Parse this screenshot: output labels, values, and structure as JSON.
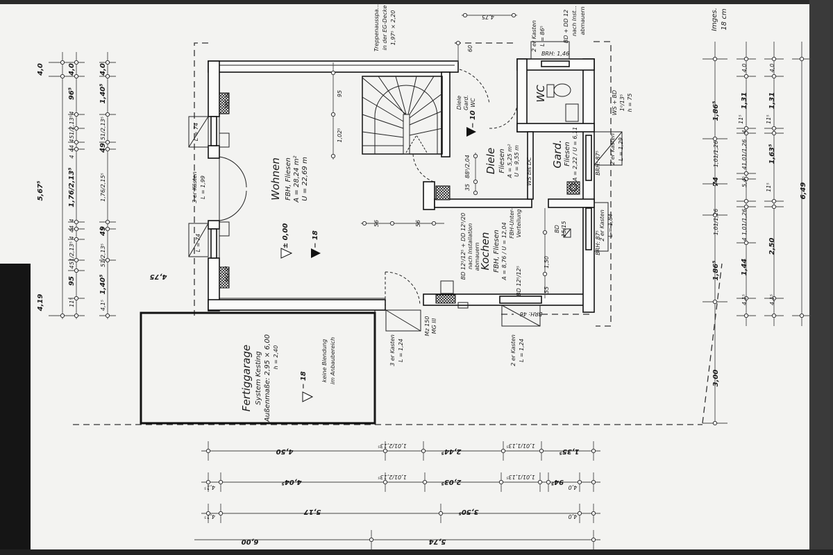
{
  "rooms": {
    "wohnen": {
      "name": "Wohnen",
      "floor": "FBH, Fliesen",
      "area": "A = 28,24 m²",
      "perimeter": "U = 22,69 m"
    },
    "diele": {
      "name": "Diele",
      "floor": "Fliesen",
      "area": "A = 5,25 m²",
      "perimeter": "U = 9,55 m"
    },
    "gard": {
      "name": "Gard.",
      "floor": "Fliesen",
      "area_perimeter": "A = 2,22 / U = 6,11"
    },
    "wc": {
      "name": "WC"
    },
    "kochen": {
      "name": "Kochen",
      "floor": "FBH, Fliesen",
      "area_perimeter": "A = 8,76 / U = 12,04"
    },
    "garage": {
      "name": "Fertiggarage",
      "system": "System Kesting",
      "size": "Außenmaße: 2,95 × 6,00",
      "height": "h = 2,40"
    }
  },
  "levels": {
    "wohnen_zero": "± 0,00",
    "wohnen_minus": "− 18",
    "diele": "− 10",
    "garage": "− 18"
  },
  "notes": {
    "stair_opening_1": "Treppenausspa...",
    "stair_opening_2": "in der EG-Decke",
    "stair_opening_3": "1,97⁵ × 2,20",
    "diele_gard_wc_1": "Diele",
    "diele_gard_wc_2": "Gard.",
    "diele_gard_wc_3": "WC",
    "wc_install_1": "BD + DD 12",
    "wc_install_2": "nach Inst...",
    "wc_install_3": "abmauern",
    "kitchen_install_1": "BD 12⁵/12⁵ + DD 12⁵/20",
    "kitchen_install_2": "nach Installation",
    "kitchen_install_3": "abmauern",
    "fbh_1": "FBH-Unter-",
    "fbh_2": "Verteilung",
    "ws_bd_1": "WS + BD",
    "ws_bd_2": "1⁰/13⁵",
    "ws_bd_3": "h = 75",
    "no_blend_1": "keine Blendung",
    "no_blend_2": "im Anbaubereich",
    "total_1": "Imges.",
    "total_2": "18 cm",
    "ws_bis_dc": "WS bis DC",
    "bd_1": "BD",
    "bd_2": "15/15",
    "bd_kitchen": "BD 12⁵/12⁵"
  },
  "windows": {
    "left_top": "L = 74",
    "left_door_1": "3 er Kästen",
    "left_door_2": "L = 1,99",
    "left_bottom": "L = 74",
    "terrace_1": "3 er Kasten",
    "terrace_2": "L = 1,24",
    "kitchen_bottom_1": "2 er Kasten",
    "kitchen_bottom_2": "L = 1,24",
    "kitchen_right_1": "2 er Kasten",
    "kitchen_right_2": "L = 1,84",
    "gard_right_1": "2 er Kasten",
    "gard_right_2": "L = 1,29",
    "wc_top_1": "2 er Kasten",
    "wc_top_2": "L = 86⁵",
    "brh_kitchen": "BRH: 87⁵",
    "brh_gard": "BRH: 87⁵",
    "brh_bottom": "BRH: 46",
    "brh_wc": "BRH: 1,46",
    "mg_1": "MG III",
    "mg_2": "MG III",
    "mg_3": "MG III",
    "mz": "Mz 150"
  },
  "dims_left": {
    "overall": [
      "4,0",
      "5,67⁵",
      "4,19"
    ],
    "inner": [
      "4,0",
      "96⁵",
      "4",
      "51/2,13⁵",
      "4",
      "44",
      "4",
      "1,76/2,13⁵",
      "4",
      "44",
      "4",
      "51/2,13⁵",
      "4",
      "95",
      "11⁵"
    ],
    "outer": [
      "4,0",
      "1,40⁵",
      "51/2,13⁵",
      "49",
      "1,76/2,15⁵",
      "49",
      "51/2,13⁵",
      "1,40⁵",
      "4,1⁵"
    ],
    "side": "4,75"
  },
  "dims_right": {
    "col1": [
      "1,86⁵",
      "1,01/1,26",
      "74",
      "1,01/1,26",
      "1,86⁵",
      "3,00"
    ],
    "col2": [
      "4,0",
      "1,31",
      "11⁵",
      "4",
      "1,01/1,26",
      "4",
      "5,4⁵",
      "1,01/1,26",
      "4",
      "1,44",
      "4,1⁵"
    ],
    "col3": [
      "4,0",
      "1,31",
      "11⁵",
      "1,63⁵",
      "11⁵",
      "2,50",
      "4,1⁵"
    ],
    "col4": "6,49"
  },
  "dims_bottom": {
    "row1": [
      "4,50",
      "1,01/2,13⁵",
      "2,44⁵",
      "1,01/1,13⁵",
      "1,35⁵"
    ],
    "row2": [
      "4,1⁵",
      "4,04⁵",
      "1,01/2,13⁵",
      "2,03⁵",
      "1,01/1,13⁵",
      "94⁵",
      "4,0"
    ],
    "row3": [
      "4,1⁵",
      "5,17",
      "3,50⁵",
      "4,0"
    ],
    "row4": [
      "6,00",
      "5,74"
    ]
  },
  "dims_interior": [
    "95",
    "1,02⁵",
    "56",
    "56",
    "88⁵/2,04",
    "35",
    "60",
    "4,75",
    "1,50",
    "55"
  ]
}
